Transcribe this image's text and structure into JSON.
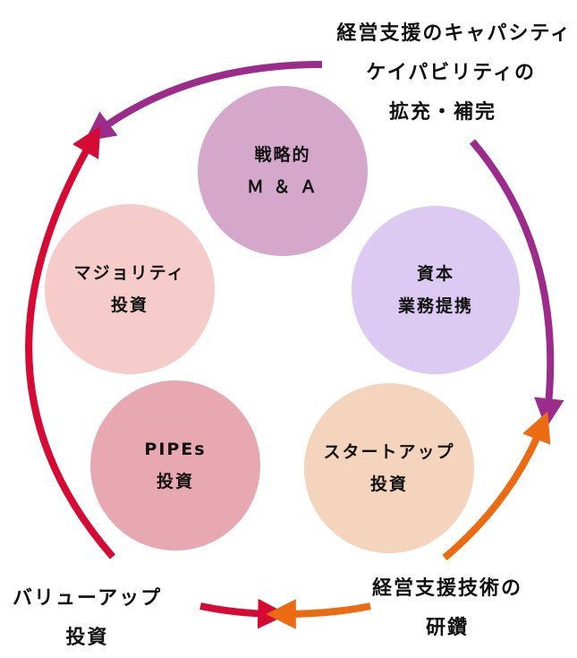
{
  "circles": {
    "ma": {
      "line1": "戦略的",
      "line2": "Ｍ ＆ Ａ"
    },
    "capital": {
      "line1": "資本",
      "line2": "業務提携"
    },
    "majority": {
      "line1": "マジョリティ",
      "line2": "投資"
    },
    "startup": {
      "line1": "スタートアップ",
      "line2": "投資"
    },
    "pipes": {
      "line1": "PIPEs",
      "line2": "投資"
    }
  },
  "labels": {
    "top_right": {
      "line1": "経営支援のキャパシティ",
      "line2": "ケイパビリティの",
      "line3": "拡充・補完"
    },
    "bottom_left": {
      "line1": "バリューアップ",
      "line2": "投資"
    },
    "bottom_right": {
      "line1": "経営支援技術の",
      "line2": "研鑽"
    }
  },
  "colors": {
    "purple_arrow": "#9b2c8c",
    "red_arrow": "#d60b35",
    "orange_arrow": "#ec6a12",
    "circle_ma": "#d5a8cb",
    "circle_capital": "#dccaf2",
    "circle_majority": "#f5ccc9",
    "circle_startup": "#f4d4bc",
    "circle_pipes": "#e8a8b2"
  }
}
